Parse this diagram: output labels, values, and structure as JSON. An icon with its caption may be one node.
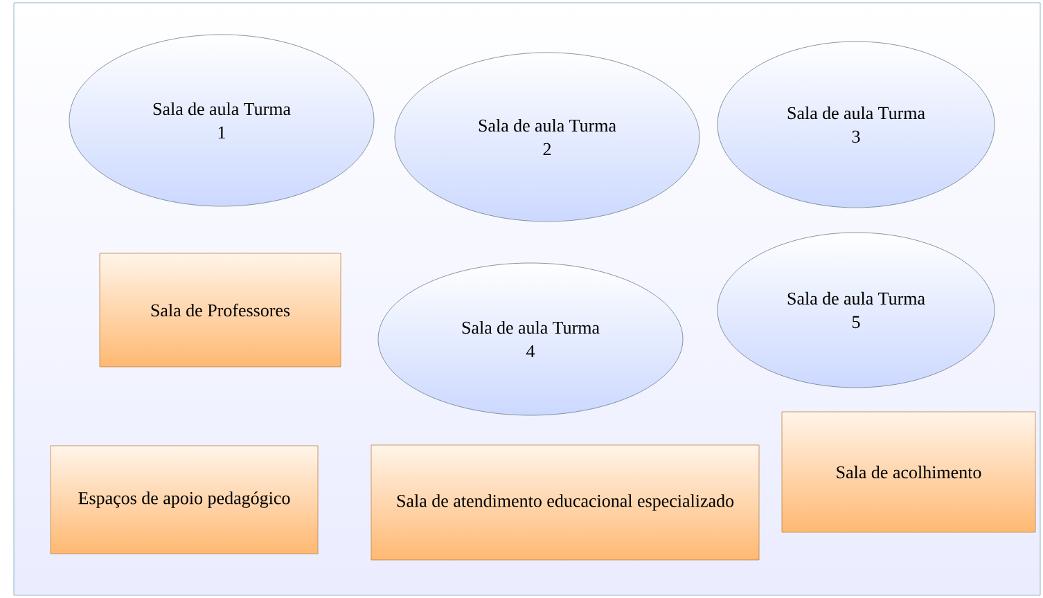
{
  "diagram": {
    "nodes": [
      {
        "text": [
          "Sala de aula Turma 1"
        ]
      },
      {
        "text": [
          "Sala de aula Turma 2"
        ]
      },
      {
        "text": [
          "Sala de aula Turma 3"
        ]
      },
      {
        "text": [
          "Sala de Professores"
        ]
      },
      {
        "text": [
          "Sala de aula Turma 4"
        ]
      },
      {
        "text": [
          "Sala de aula Turma 5"
        ]
      },
      {
        "text": [
          "Espaços de apoio pedagógico"
        ]
      },
      {
        "text": [
          "Sala de atendimento educacional especializado"
        ]
      },
      {
        "text": [
          "Sala de acolhimento"
        ]
      }
    ]
  }
}
